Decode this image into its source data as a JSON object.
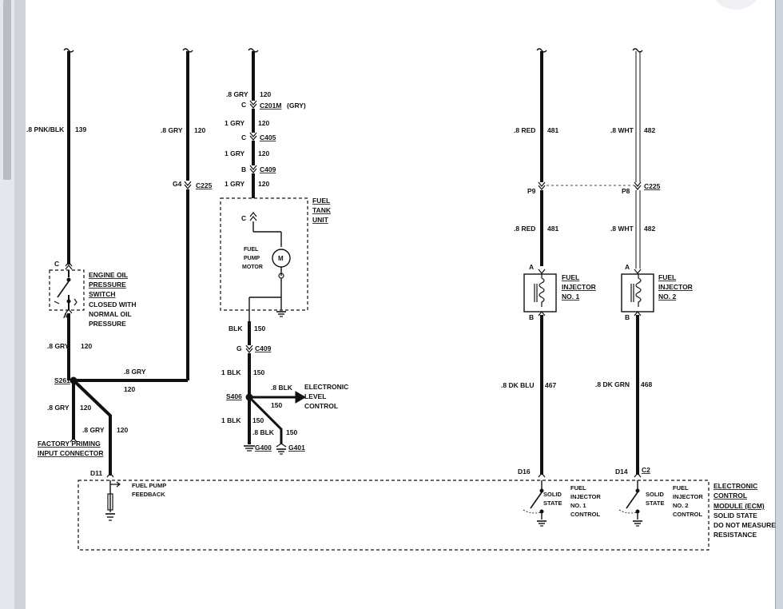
{
  "labels": {
    "w139_color": ".8 PNK/BLK",
    "w139_num": "139",
    "w120a_color": ".8 GRY",
    "w120a_num": "120",
    "g4": "G4",
    "c225_a": "C225",
    "fp_120_color": ".8 GRY",
    "fp_120_num": "120",
    "c201m_pin": "C",
    "c201m": "C201M",
    "c201m_note": "(GRY)",
    "fp_1gry_1": "1 GRY",
    "fp_120_1": "120",
    "c405_pin": "C",
    "c405": "C405",
    "fp_1gry_2": "1 GRY",
    "fp_120_2": "120",
    "c409_pin": "B",
    "c409": "C409",
    "fp_1gry_3": "1 GRY",
    "fp_120_3": "120",
    "tank_1": "FUEL",
    "tank_2": "TANK",
    "tank_3": "UNIT",
    "tank_pin": "C",
    "motor_1": "FUEL",
    "motor_2": "PUMP",
    "motor_3": "MOTOR",
    "motor_m": "M",
    "blk150_color": "BLK",
    "blk150_num": "150",
    "c409b_pin": "G",
    "c409b": "C409",
    "blk1_color": "1 BLK",
    "blk1_num": "150",
    "s406": "S406",
    "blk08_color": ".8 BLK",
    "blk08_num": "150",
    "elc_1": "ELECTRONIC",
    "elc_2": "LEVEL",
    "elc_3": "CONTROL",
    "blk1b_color": "1 BLK",
    "blk1b_num": "150",
    "blk08b_color": ".8 BLK",
    "blk08b_num": "150",
    "g400": "G400",
    "g401": "G401",
    "sw_pin_c": "C",
    "sw_pin_a": "A",
    "sw_1": "ENGINE OIL",
    "sw_2": "PRESSURE",
    "sw_3": "SWITCH",
    "sw_4": "CLOSED WITH",
    "sw_5": "NORMAL OIL",
    "sw_6": "PRESSURE",
    "w120b_color": ".8 GRY",
    "w120b_num": "120",
    "s261": "S261",
    "w120c_color": ".8 GRY",
    "w120c_num": "120",
    "w120d_color": ".8 GRY",
    "w120d_num": "120",
    "w120e_color": ".8 GRY",
    "w120e_num": "120",
    "fpc_1": "FACTORY PRIMING",
    "fpc_2": "INPUT CONNECTOR",
    "d11": "D11",
    "fpf_1": "FUEL PUMP",
    "fpf_2": "FEEDBACK",
    "r481a_color": ".8 RED",
    "r481a_num": "481",
    "p9": "P9",
    "r481b_color": ".8 RED",
    "r481b_num": "481",
    "inj1_a": "A",
    "inj1_b": "B",
    "inj1_1": "FUEL",
    "inj1_2": "INJECTOR",
    "inj1_3": "NO. 1",
    "dkblu_color": ".8 DK BLU",
    "dkblu_num": "467",
    "d16": "D16",
    "w482a_color": ".8 WHT",
    "w482a_num": "482",
    "p8": "P8",
    "c225_b": "C225",
    "w482b_color": ".8 WHT",
    "w482b_num": "482",
    "inj2_a": "A",
    "inj2_b": "B",
    "inj2_1": "FUEL",
    "inj2_2": "INJECTOR",
    "inj2_3": "NO. 2",
    "dkgrn_color": ".8 DK GRN",
    "dkgrn_num": "468",
    "d14": "D14",
    "c2": "C2",
    "ss1_1": "SOLID",
    "ss1_2": "STATE",
    "fic1_1": "FUEL",
    "fic1_2": "INJECTOR",
    "fic1_3": "NO. 1",
    "fic1_4": "CONTROL",
    "ss2_1": "SOLID",
    "ss2_2": "STATE",
    "fic2_1": "FUEL",
    "fic2_2": "INJECTOR",
    "fic2_3": "NO. 2",
    "fic2_4": "CONTROL",
    "ecm_1": "ELECTRONIC",
    "ecm_2": "CONTROL",
    "ecm_3": "MODULE (ECM)",
    "ecm_4": "SOLID STATE",
    "ecm_5": "DO NOT MEASURE",
    "ecm_6": "RESISTANCE"
  },
  "colors": {
    "ink": "#111111",
    "page": "#ffffff",
    "chrome": "#d8dde6"
  }
}
